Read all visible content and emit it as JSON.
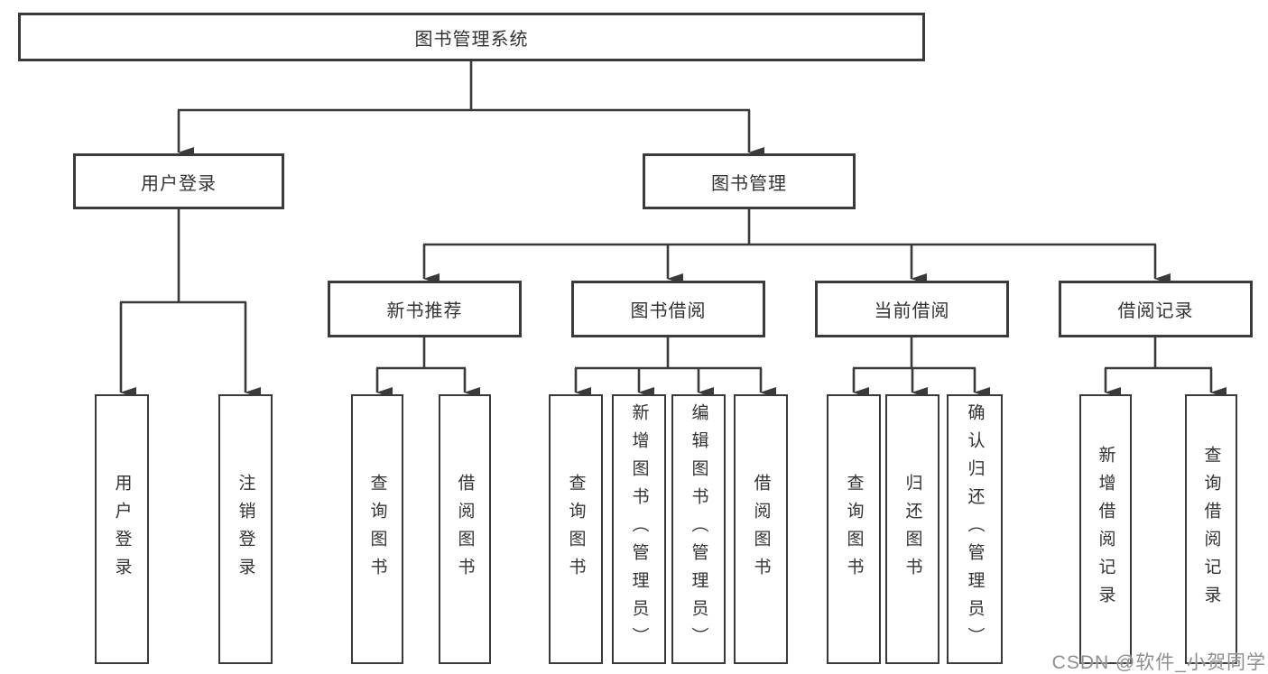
{
  "diagram": {
    "tree": {
      "root": {
        "label": "图书管理系统",
        "children": [
          {
            "label": "用户登录",
            "children": [
              {
                "label": "用户登录"
              },
              {
                "label": "注销登录"
              }
            ]
          },
          {
            "label": "图书管理",
            "children": [
              {
                "label": "新书推荐",
                "children": [
                  {
                    "label": "查询图书"
                  },
                  {
                    "label": "借阅图书"
                  }
                ]
              },
              {
                "label": "图书借阅",
                "children": [
                  {
                    "label": "查询图书"
                  },
                  {
                    "label": "新增图书（管理员）"
                  },
                  {
                    "label": "编辑图书（管理员）"
                  },
                  {
                    "label": "借阅图书"
                  }
                ]
              },
              {
                "label": "当前借阅",
                "children": [
                  {
                    "label": "查询图书"
                  },
                  {
                    "label": "归还图书"
                  },
                  {
                    "label": "确认归还（管理员）"
                  }
                ]
              },
              {
                "label": "借阅记录",
                "children": [
                  {
                    "label": "新增借阅记录"
                  },
                  {
                    "label": "查询借阅记录"
                  }
                ]
              }
            ]
          }
        ]
      }
    },
    "colors": {
      "line": "#3a3a3a",
      "box_border": "#3a3a3a",
      "box_background": "#ffffff",
      "text": "#333333",
      "watermark": "#8f8f8f"
    }
  },
  "watermark": {
    "text": "CSDN @软件_小贺同学"
  }
}
